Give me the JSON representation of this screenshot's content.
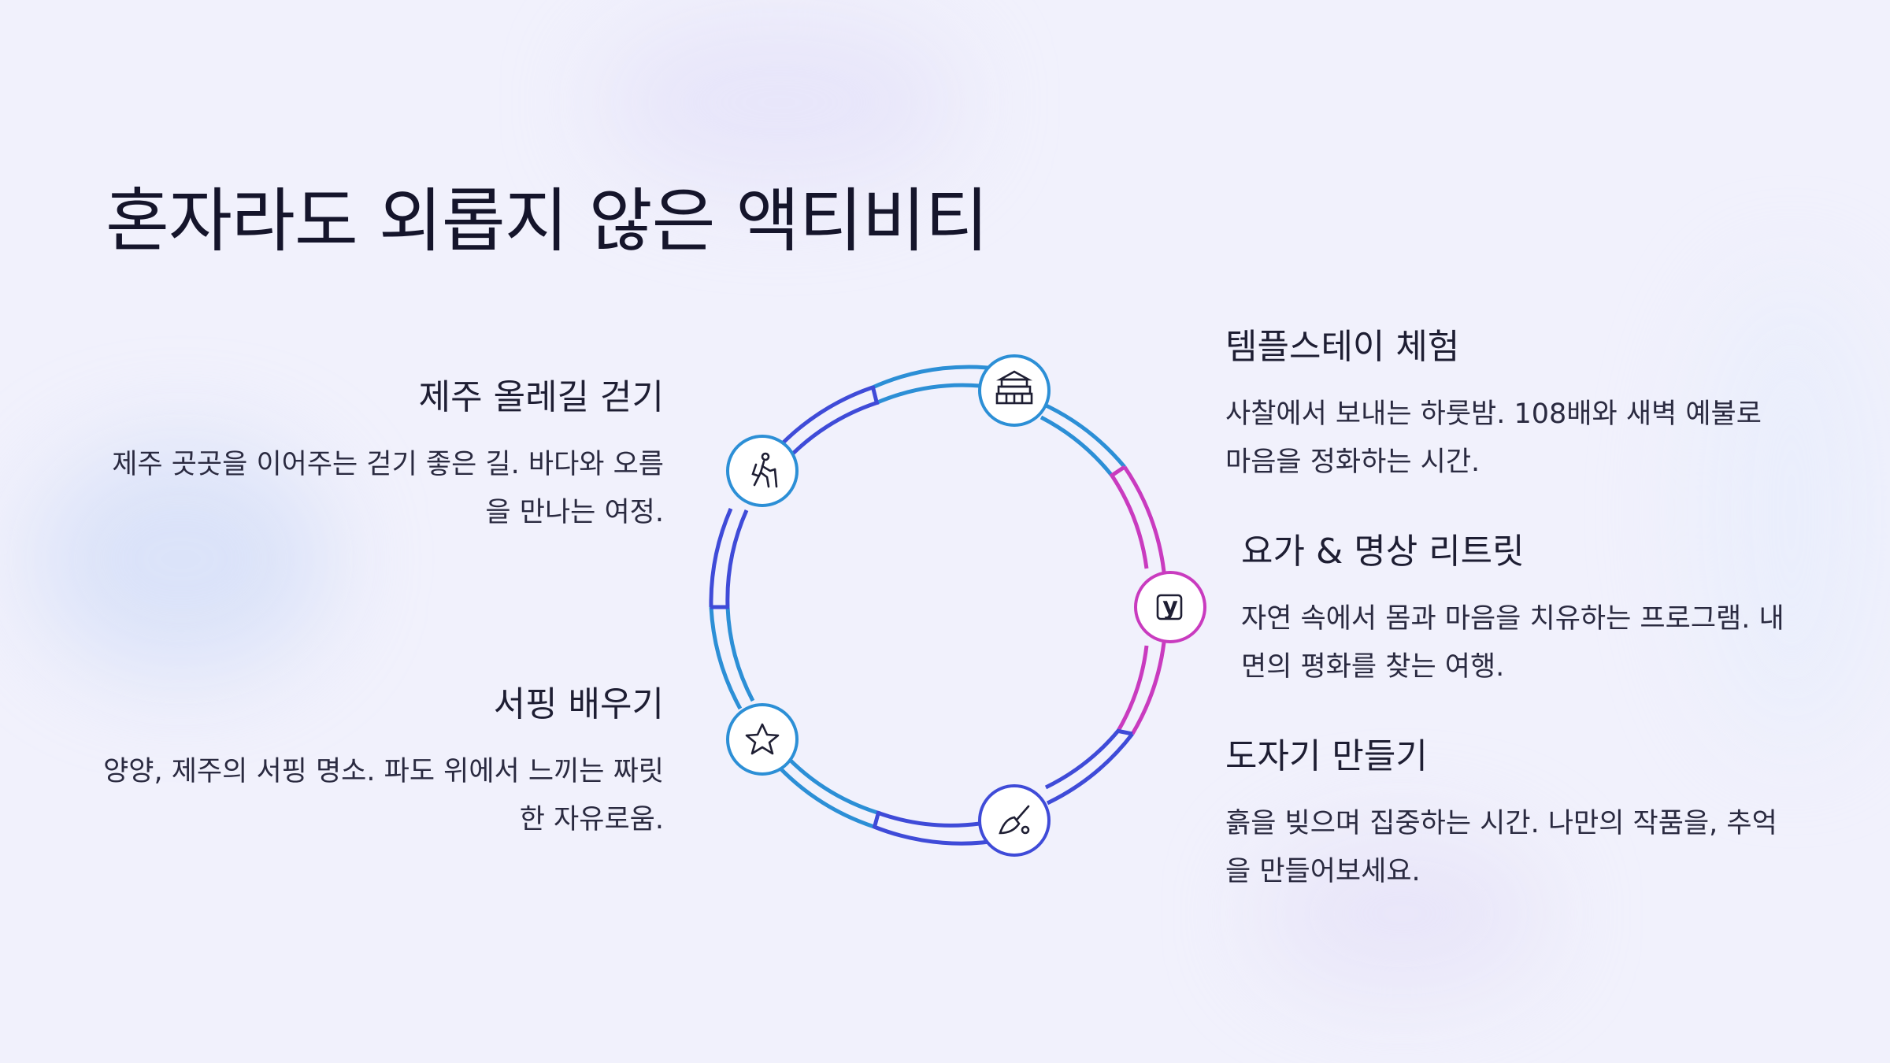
{
  "title": "혼자라도 외롭지 않은 액티비티",
  "activities": [
    {
      "id": "olle",
      "title": "제주 올레길 걷기",
      "desc": "제주 곳곳을 이어주는 걷기 좋은 길. 바다와 오름을 만나는 여정.",
      "icon": "hiking-icon"
    },
    {
      "id": "temple",
      "title": "템플스테이 체험",
      "desc": "사찰에서 보내는 하룻밤. 108배와 새벽 예불로 마음을 정화하는 시간.",
      "icon": "temple-icon"
    },
    {
      "id": "yoga",
      "title": "요가 & 명상 리트릿",
      "desc": "자연 속에서 몸과 마음을 치유하는 프로그램. 내면의 평화를 찾는 여행.",
      "icon": "yoga-icon"
    },
    {
      "id": "pottery",
      "title": "도자기 만들기",
      "desc": "흙을 빚으며 집중하는 시간. 나만의 작품을, 추억을 만들어보세요.",
      "icon": "pottery-brush-icon"
    },
    {
      "id": "surf",
      "title": "서핑 배우기",
      "desc": "양양, 제주의 서핑 명소. 파도 위에서 느끼는 짜릿한 자유로움.",
      "icon": "star-icon"
    }
  ],
  "colors": {
    "blue": "#2c8fd6",
    "indigo": "#3f4bd8",
    "magenta": "#c93bbf",
    "text": "#1e1e33"
  }
}
